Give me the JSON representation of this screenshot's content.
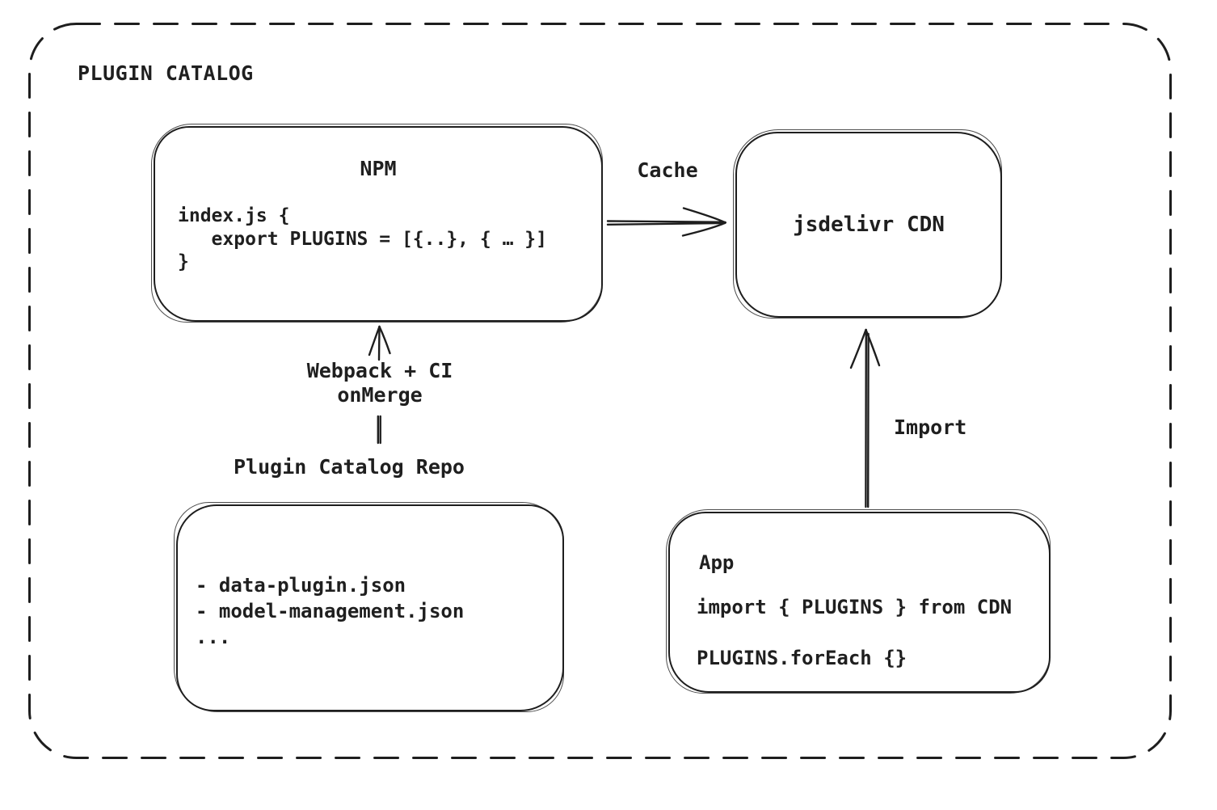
{
  "frame": {
    "title": "PLUGIN CATALOG"
  },
  "nodes": {
    "npm": {
      "title": "NPM",
      "code": [
        "index.js {",
        "   export PLUGINS = [{..}, { … }]",
        "}"
      ]
    },
    "cdn": {
      "title": "jsdelivr CDN"
    },
    "repo": {
      "title": "Plugin Catalog Repo",
      "files": [
        "- data-plugin.json",
        "- model-management.json",
        "..."
      ]
    },
    "app": {
      "title": "App",
      "code": [
        "import { PLUGINS } from CDN",
        "PLUGINS.forEach {}"
      ]
    }
  },
  "edges": {
    "cache": {
      "label": "Cache",
      "from": "NPM",
      "to": "jsdelivr CDN"
    },
    "build": {
      "label": [
        "Webpack + CI",
        "onMerge"
      ],
      "from": "Plugin Catalog Repo",
      "to": "NPM"
    },
    "import": {
      "label": "Import",
      "from": "App",
      "to": "jsdelivr CDN"
    }
  },
  "colors": {
    "stroke": "#1e1e1e",
    "background": "#ffffff"
  }
}
